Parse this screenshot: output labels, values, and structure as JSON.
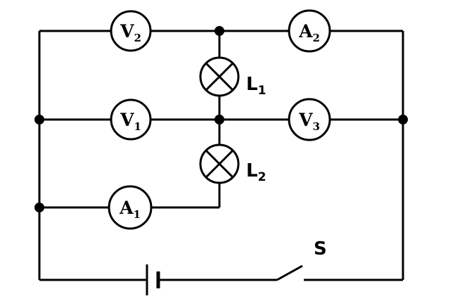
{
  "meters": {
    "v2": {
      "letter": "V",
      "sub": "2"
    },
    "a2": {
      "letter": "A",
      "sub": "2"
    },
    "v1": {
      "letter": "V",
      "sub": "1"
    },
    "v3": {
      "letter": "V",
      "sub": "3"
    },
    "a1": {
      "letter": "A",
      "sub": "1"
    }
  },
  "lamps": {
    "l1": {
      "letter": "L",
      "sub": "1"
    },
    "l2": {
      "letter": "L",
      "sub": "2"
    }
  },
  "switch": {
    "label": "S"
  },
  "colors": {
    "stroke": "#000000",
    "background": "#ffffff"
  }
}
